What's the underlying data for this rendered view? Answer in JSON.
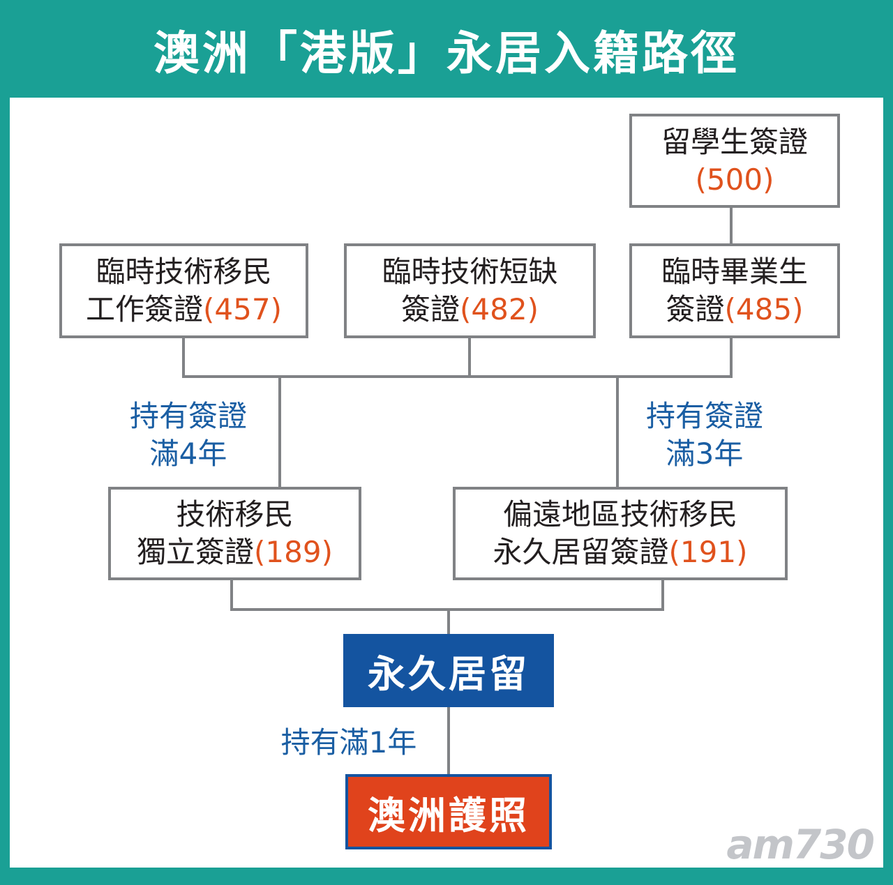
{
  "title": "澳洲「港版」永居入籍路徑",
  "boxes": {
    "student": {
      "line1": "留學生簽證",
      "code": "(500)"
    },
    "v457": {
      "line1": "臨時技術移民",
      "line2": "工作簽證",
      "code": "(457)"
    },
    "v482": {
      "line1": "臨時技術短缺",
      "line2": "簽證",
      "code": "(482)"
    },
    "v485": {
      "line1": "臨時畢業生",
      "line2": "簽證",
      "code": "(485)"
    },
    "v189": {
      "line1": "技術移民",
      "line2": "獨立簽證",
      "code": "(189)"
    },
    "v191": {
      "line1": "偏遠地區技術移民",
      "line2": "永久居留簽證",
      "code": "(191)"
    }
  },
  "notes": {
    "left": {
      "line1": "持有簽證",
      "line2": "滿4年"
    },
    "right": {
      "line1": "持有簽證",
      "line2": "滿3年"
    },
    "bottom": "持有滿1年"
  },
  "permanent_residence": "永久居留",
  "passport": "澳洲護照",
  "watermark": "am730",
  "colors": {
    "teal_frame": "#1aa095",
    "box_border": "#808285",
    "visa_code": "#e0521d",
    "note_text": "#1a5ea3",
    "pr_box": "#1454a0",
    "passport_box": "#e0431c"
  }
}
